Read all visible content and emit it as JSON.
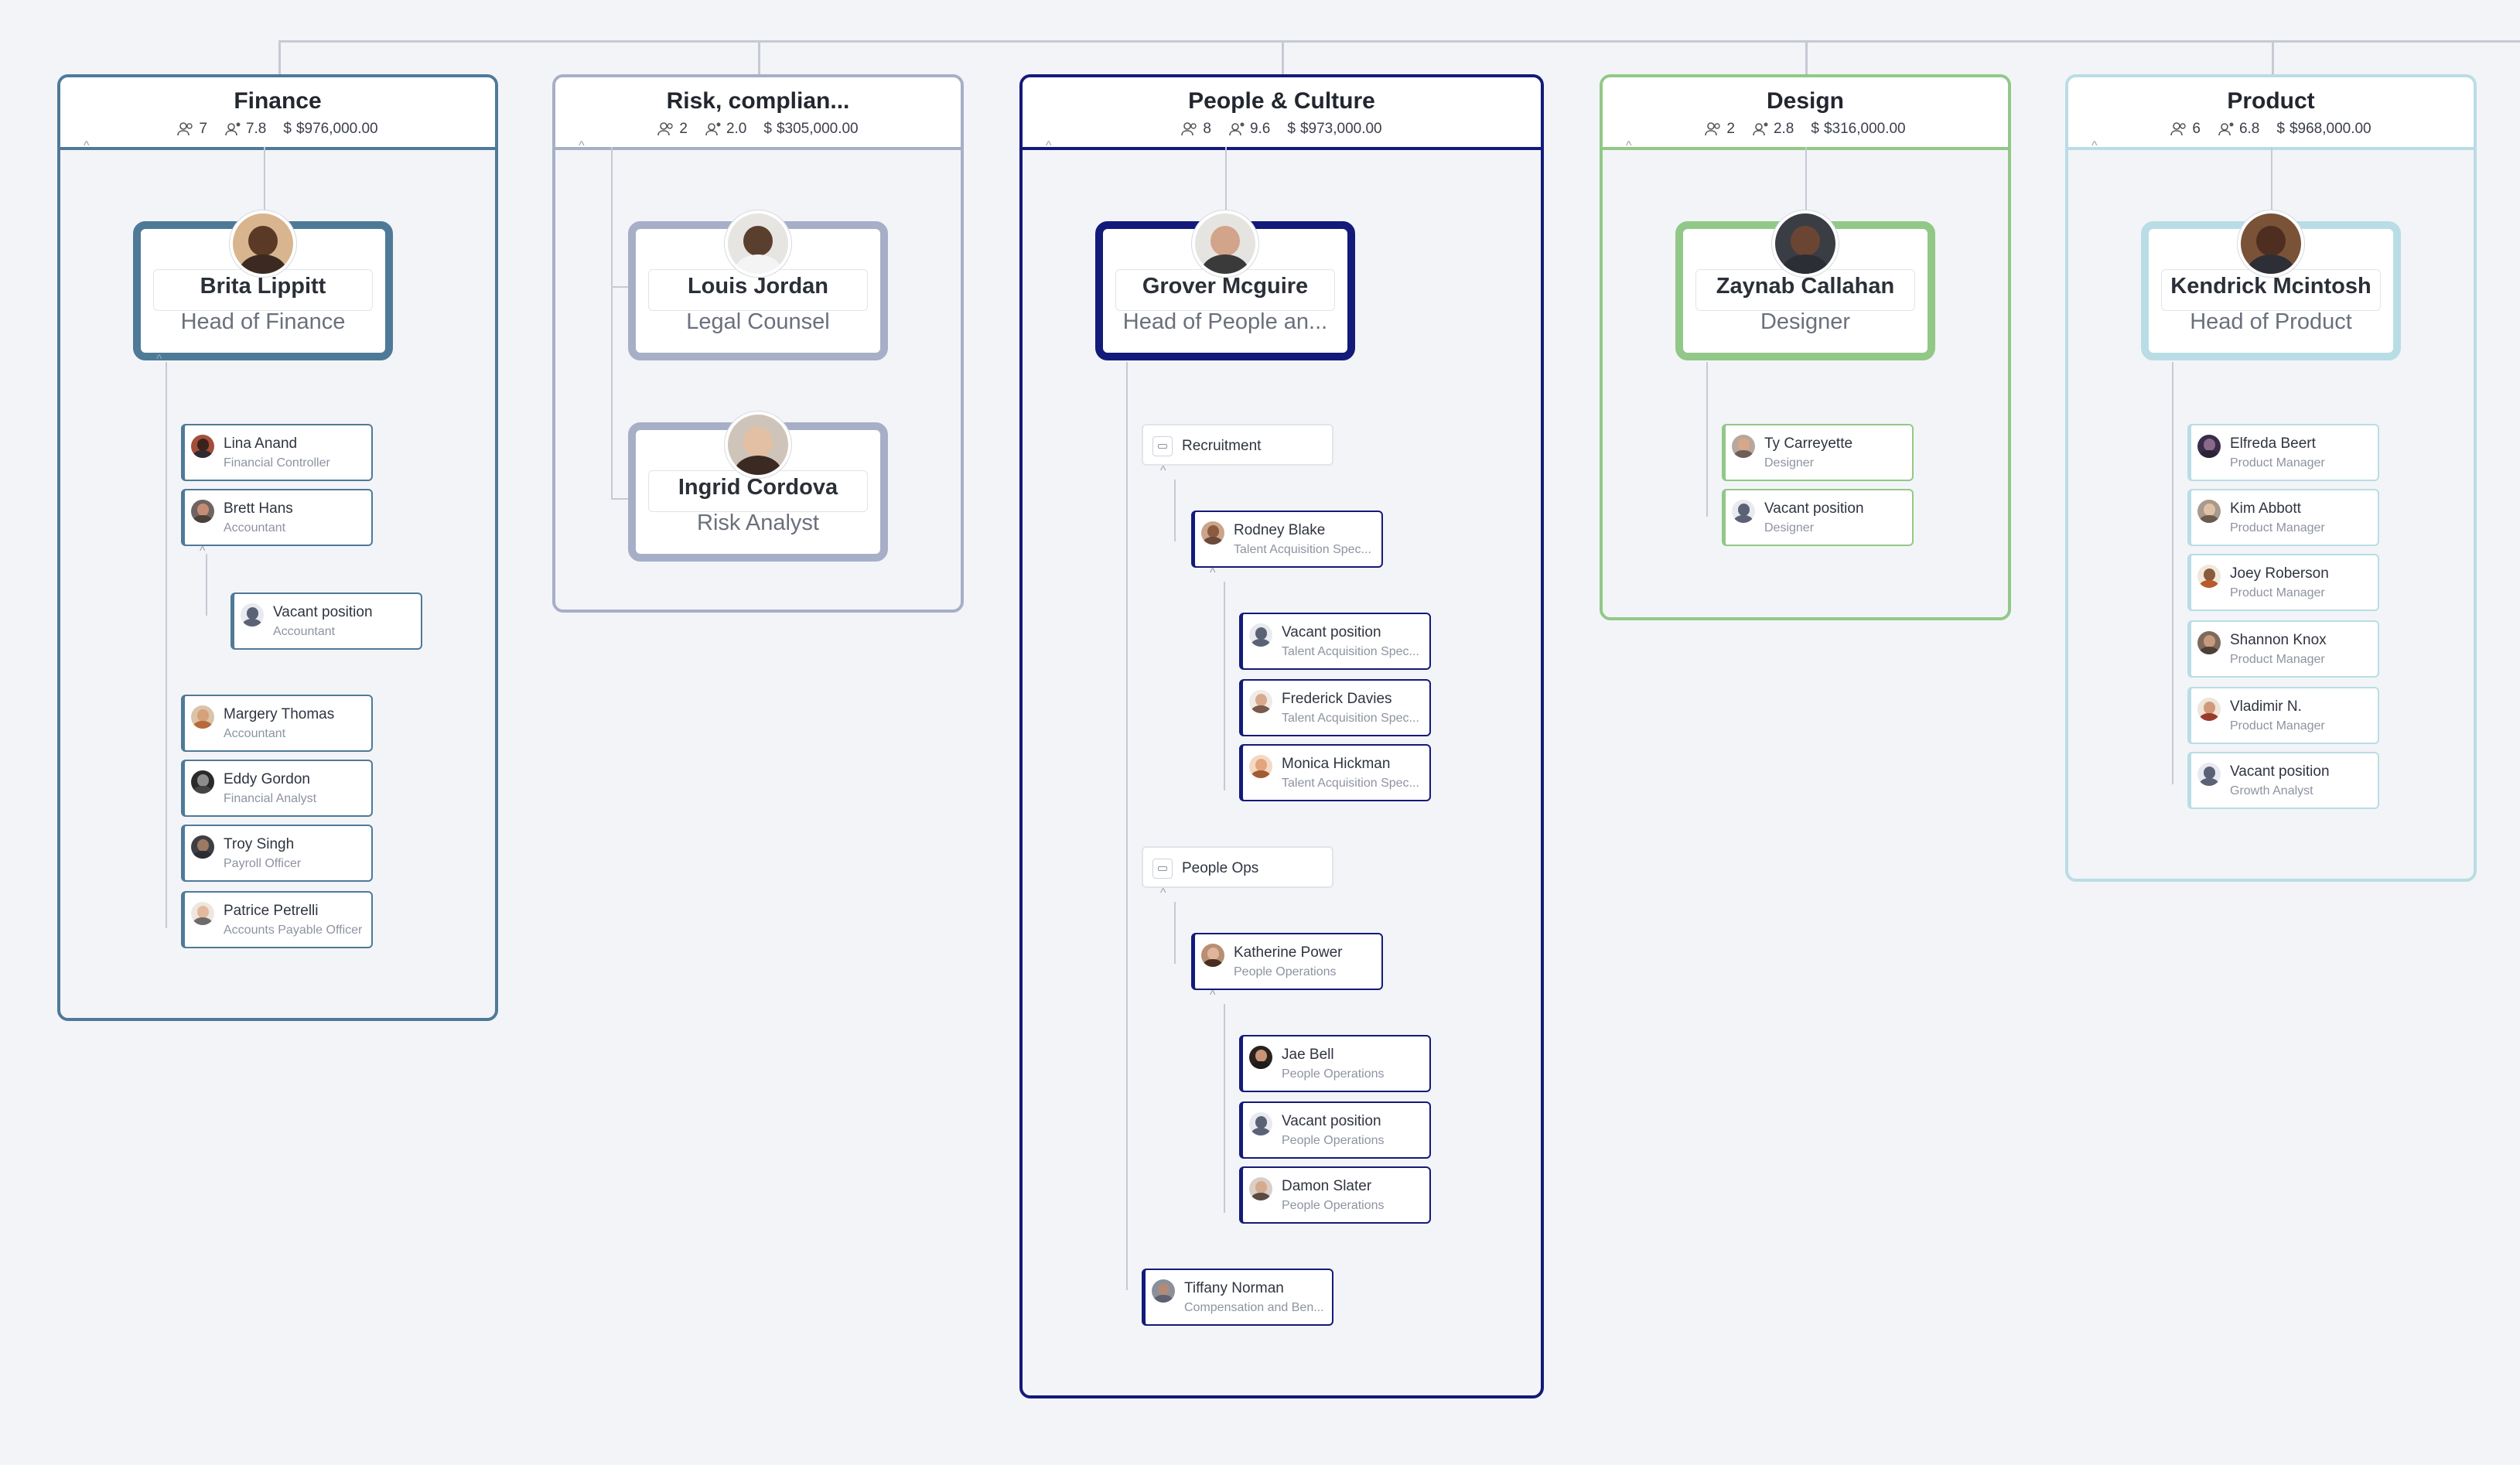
{
  "colors": {
    "finance": "#4e7a98",
    "risk": "#a7afc7",
    "people": "#131a7a",
    "design": "#92c887",
    "product": "#b9dde5"
  },
  "icons": {
    "headcount": "people-icon",
    "span": "span-icon",
    "budget": "dollar-icon"
  },
  "departments": [
    {
      "title": "Finance",
      "headcount": "7",
      "span": "7.8",
      "budget": "$976,000.00",
      "head": {
        "name": "Brita Lippitt",
        "role": "Head of Finance"
      },
      "employees": [
        {
          "name": "Lina Anand",
          "role": "Financial Controller"
        },
        {
          "name": "Brett Hans",
          "role": "Accountant"
        },
        {
          "name": "Vacant position",
          "role": "Accountant"
        },
        {
          "name": "Margery Thomas",
          "role": "Accountant"
        },
        {
          "name": "Eddy Gordon",
          "role": "Financial Analyst"
        },
        {
          "name": "Troy Singh",
          "role": "Payroll Officer"
        },
        {
          "name": "Patrice Petrelli",
          "role": "Accounts Payable Officer"
        }
      ]
    },
    {
      "title": "Risk, complian...",
      "headcount": "2",
      "span": "2.0",
      "budget": "$305,000.00",
      "head": {
        "name": "Louis Jordan",
        "role": "Legal Counsel"
      },
      "head2": {
        "name": "Ingrid Cordova",
        "role": "Risk Analyst"
      }
    },
    {
      "title": "People & Culture",
      "headcount": "8",
      "span": "9.6",
      "budget": "$973,000.00",
      "head": {
        "name": "Grover Mcguire",
        "role": "Head of People an..."
      },
      "groups": [
        "Recruitment",
        "People Ops"
      ],
      "employees": [
        {
          "name": "Rodney Blake",
          "role": "Talent Acquisition Spec..."
        },
        {
          "name": "Vacant position",
          "role": "Talent Acquisition Spec..."
        },
        {
          "name": "Frederick Davies",
          "role": "Talent Acquisition Spec..."
        },
        {
          "name": "Monica Hickman",
          "role": "Talent Acquisition Spec..."
        },
        {
          "name": "Katherine Power",
          "role": "People Operations"
        },
        {
          "name": "Jae Bell",
          "role": "People Operations"
        },
        {
          "name": "Vacant position",
          "role": "People Operations"
        },
        {
          "name": "Damon Slater",
          "role": "People Operations"
        },
        {
          "name": "Tiffany Norman",
          "role": "Compensation and Ben..."
        }
      ]
    },
    {
      "title": "Design",
      "headcount": "2",
      "span": "2.8",
      "budget": "$316,000.00",
      "head": {
        "name": "Zaynab Callahan",
        "role": "Designer"
      },
      "employees": [
        {
          "name": "Ty Carreyette",
          "role": "Designer"
        },
        {
          "name": "Vacant position",
          "role": "Designer"
        }
      ]
    },
    {
      "title": "Product",
      "headcount": "6",
      "span": "6.8",
      "budget": "$968,000.00",
      "head": {
        "name": "Kendrick Mcintosh",
        "role": "Head of Product"
      },
      "employees": [
        {
          "name": "Elfreda Beert",
          "role": "Product Manager"
        },
        {
          "name": "Kim Abbott",
          "role": "Product Manager"
        },
        {
          "name": "Joey Roberson",
          "role": "Product Manager"
        },
        {
          "name": "Shannon Knox",
          "role": "Product Manager"
        },
        {
          "name": "Vladimir N.",
          "role": "Product Manager"
        },
        {
          "name": "Vacant position",
          "role": "Growth Analyst"
        }
      ]
    }
  ]
}
